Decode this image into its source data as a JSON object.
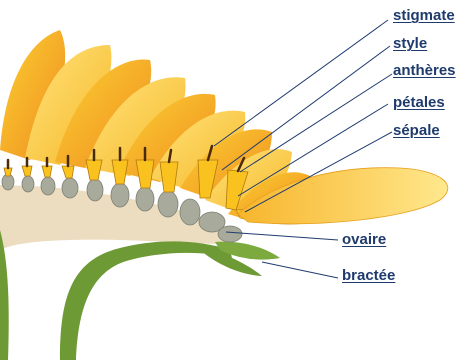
{
  "labels": {
    "stigmate": "stigmate",
    "style": "style",
    "antheres": "anthères",
    "petales": "pétales",
    "sepale": "sépale",
    "ovaire": "ovaire",
    "bractee": "bractée"
  },
  "colors": {
    "label_text": "#1f3b6e",
    "leader_line": "#1f3b6e",
    "receptacle": "#ecdcc0",
    "stem": "#6e9a35",
    "ovary": "#a8aa9b",
    "petal_light": "#ffe37a",
    "petal_mid": "#fbd134",
    "petal_dark": "#f2a21d",
    "petal_orange": "#f08b1e"
  }
}
